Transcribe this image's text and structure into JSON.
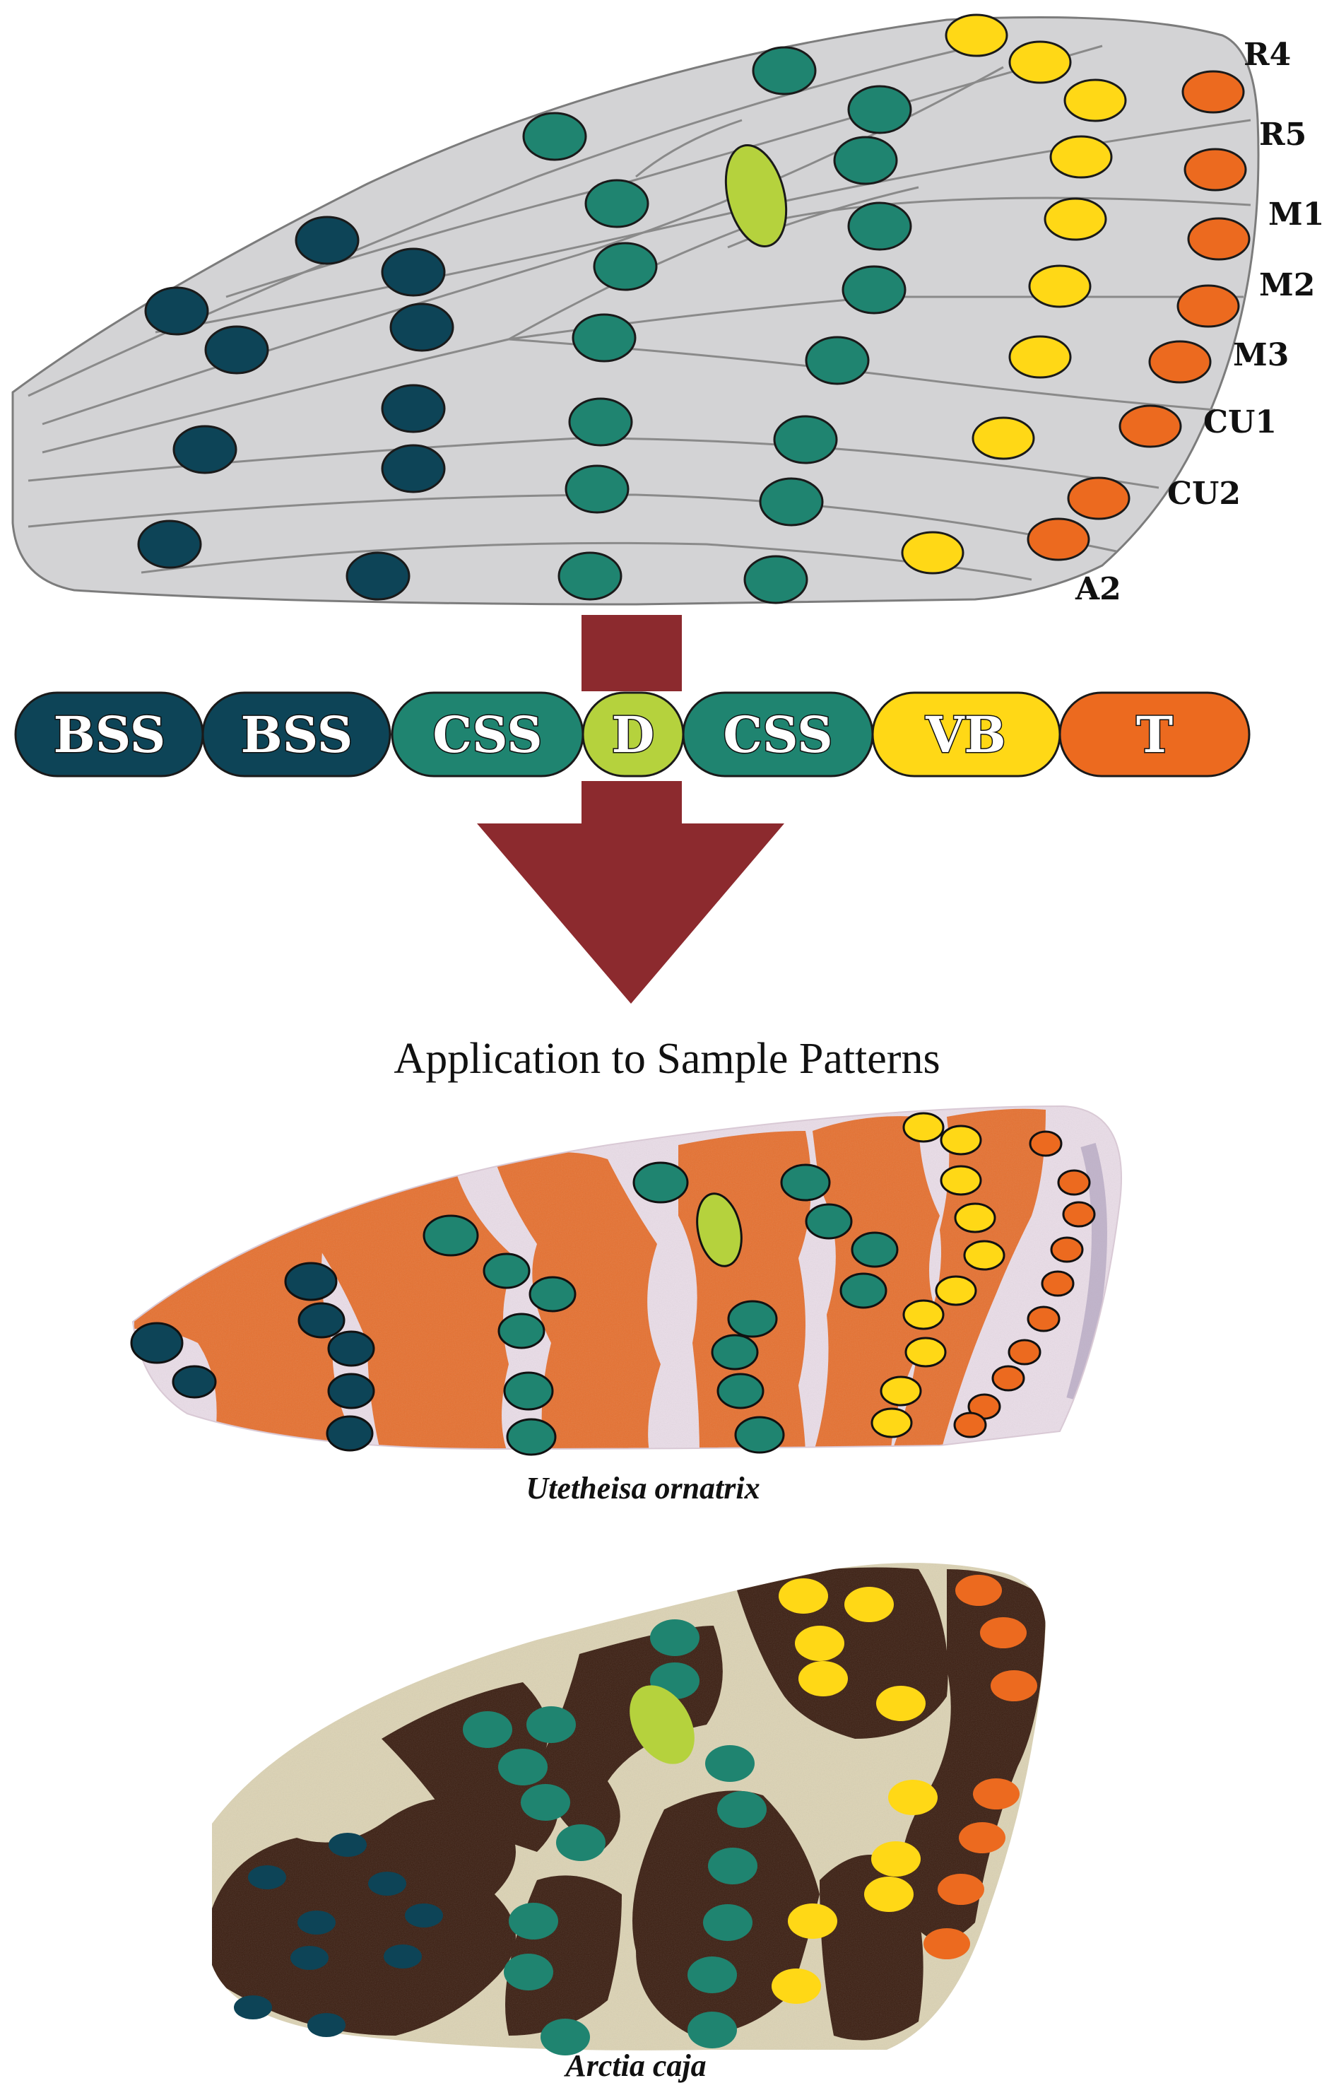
{
  "colors": {
    "BSS": "#0d4457",
    "CSS": "#1f8470",
    "D": "#b5d23d",
    "VB": "#ffd816",
    "T": "#ec6a1f",
    "arrow": "#8c2a2e",
    "wing_gray": "#d3d3d5",
    "vein": "#8a8a8a",
    "utetheisa_orange": "#e6702f",
    "utetheisa_pale": "#eadde8",
    "arctia_cream": "#dcd3b4",
    "arctia_brown": "#3a1d10"
  },
  "vein_labels": [
    "R4",
    "R5",
    "M1",
    "M2",
    "M3",
    "CU1",
    "CU2",
    "A2"
  ],
  "bands": [
    {
      "code": "BSS",
      "label": "BSS"
    },
    {
      "code": "BSS",
      "label": "BSS"
    },
    {
      "code": "CSS",
      "label": "CSS"
    },
    {
      "code": "D",
      "label": "D"
    },
    {
      "code": "CSS",
      "label": "CSS"
    },
    {
      "code": "VB",
      "label": "VB"
    },
    {
      "code": "T",
      "label": "T"
    }
  ],
  "section_title": "Application to Sample Patterns",
  "species": [
    {
      "name": "Utetheisa ornatrix"
    },
    {
      "name": "Arctia caja"
    }
  ],
  "diagram_spots": [
    {
      "code": "BSS",
      "vein": "R4",
      "n": 2
    },
    {
      "code": "BSS",
      "vein": "R5",
      "n": 2
    },
    {
      "code": "BSS",
      "vein": "M3",
      "n": 2
    },
    {
      "code": "BSS",
      "vein": "CU2",
      "n": 2
    },
    {
      "code": "BSS",
      "vein": "A2",
      "n": 2
    },
    {
      "code": "CSS",
      "vein": "R4",
      "n": 2
    },
    {
      "code": "CSS",
      "vein": "M1",
      "n": 2
    },
    {
      "code": "CSS",
      "vein": "M3",
      "n": 2
    },
    {
      "code": "CSS",
      "vein": "CU1",
      "n": 2
    },
    {
      "code": "CSS",
      "vein": "CU2",
      "n": 2
    },
    {
      "code": "CSS",
      "vein": "A2",
      "n": 2
    },
    {
      "code": "D",
      "vein": "discal",
      "n": 1
    },
    {
      "code": "VB",
      "vein": "R4",
      "n": 2
    },
    {
      "code": "VB",
      "vein": "R5",
      "n": 1
    },
    {
      "code": "VB",
      "vein": "M1",
      "n": 1
    },
    {
      "code": "VB",
      "vein": "M2",
      "n": 1
    },
    {
      "code": "VB",
      "vein": "M3",
      "n": 1
    },
    {
      "code": "VB",
      "vein": "CU1",
      "n": 1
    },
    {
      "code": "VB",
      "vein": "A2",
      "n": 1
    },
    {
      "code": "T",
      "vein": "R4",
      "n": 1
    },
    {
      "code": "T",
      "vein": "R5",
      "n": 1
    },
    {
      "code": "T",
      "vein": "M1",
      "n": 1
    },
    {
      "code": "T",
      "vein": "M2",
      "n": 1
    },
    {
      "code": "T",
      "vein": "M3",
      "n": 1
    },
    {
      "code": "T",
      "vein": "CU1",
      "n": 1
    },
    {
      "code": "T",
      "vein": "CU2",
      "n": 1
    },
    {
      "code": "T",
      "vein": "A2",
      "n": 1
    }
  ]
}
